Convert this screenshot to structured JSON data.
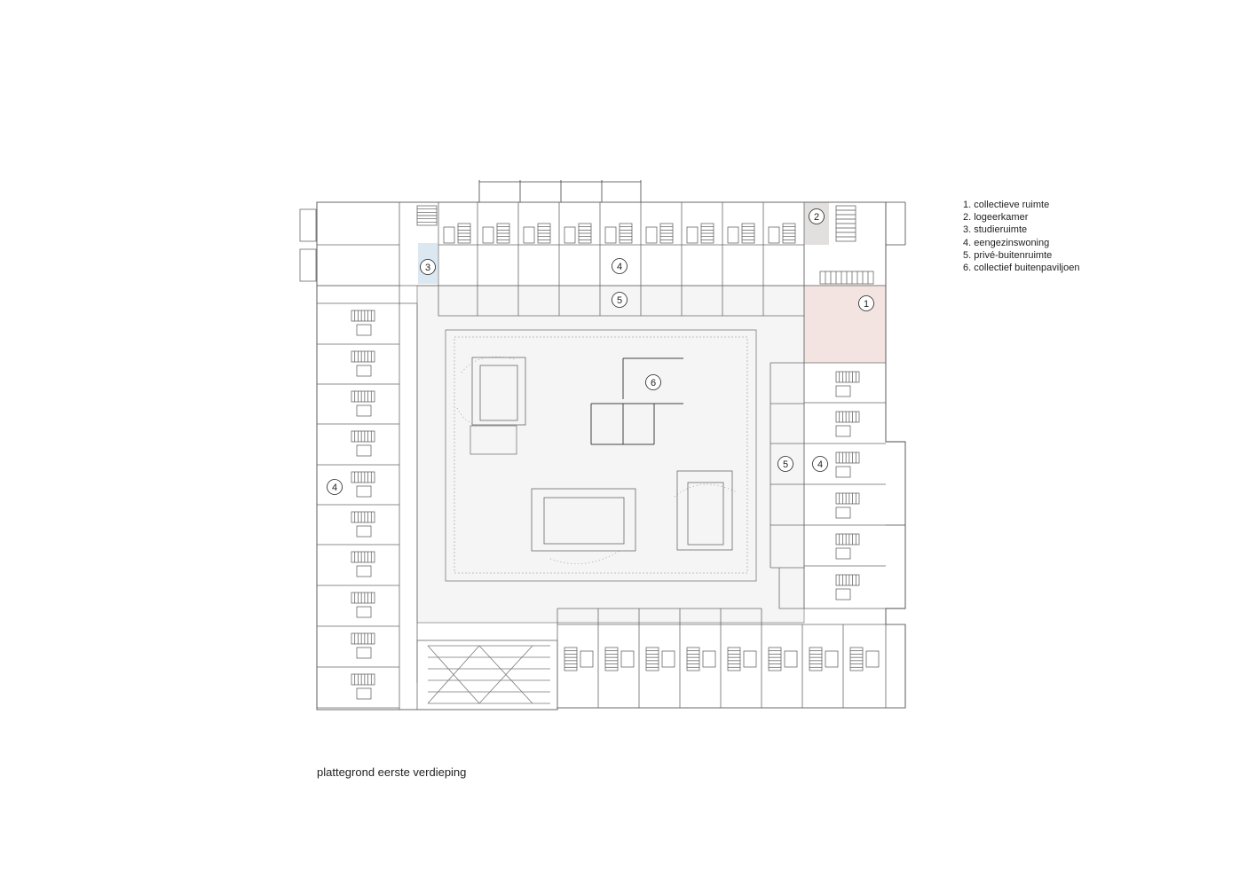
{
  "legend": [
    "1. collectieve ruimte",
    "2. logeerkamer",
    "3. studieruimte",
    "4. eengezinswoning",
    "5. privé-buitenruimte",
    "6. collectief buitenpaviljoen"
  ],
  "caption": "plattegrond eerste verdieping",
  "markers": {
    "m1": "1",
    "m2": "2",
    "m3": "3",
    "m4_top": "4",
    "m4_left": "4",
    "m4_right": "4",
    "m5_top": "5",
    "m5_right": "5",
    "m6": "6"
  },
  "colors": {
    "line": "#6a6a6a",
    "collectieve_ruimte": "#f3e4e2",
    "logeerkamer": "#e2e0df",
    "studieruimte": "#dbe7f1",
    "courtyard": "#f5f5f5"
  }
}
